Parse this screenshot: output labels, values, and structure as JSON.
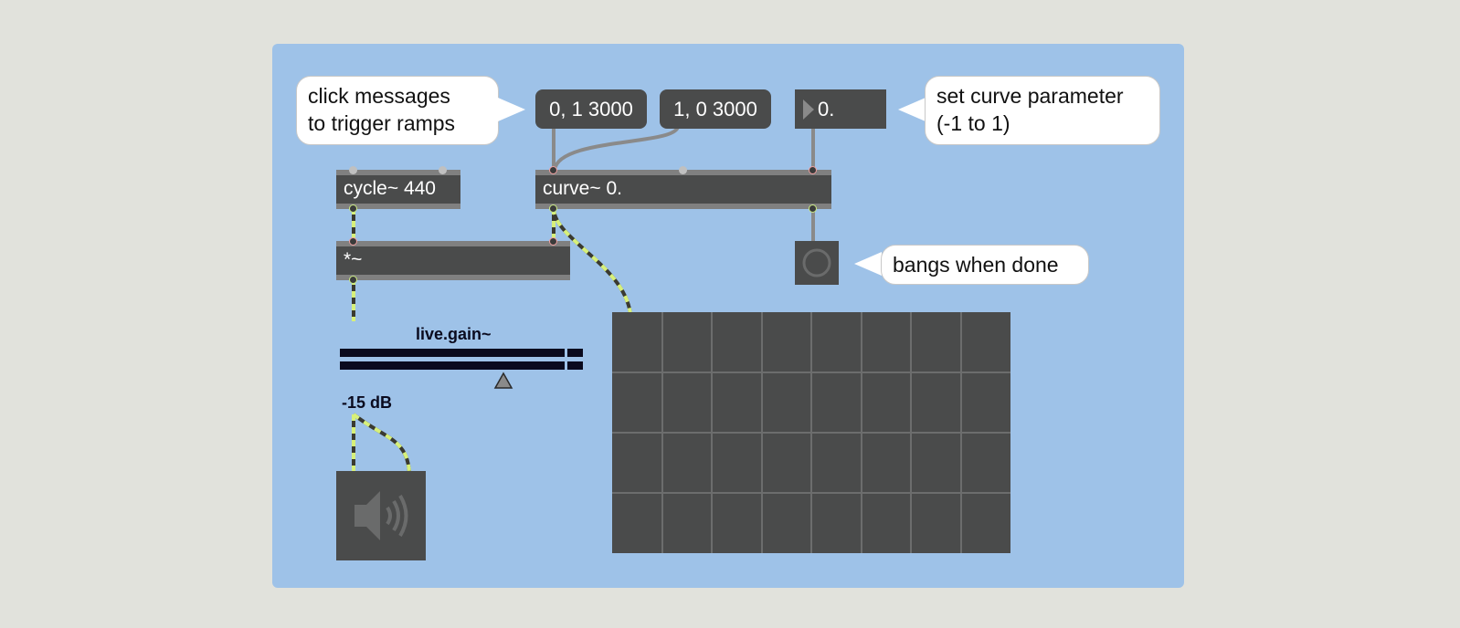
{
  "patcher": {
    "background": "#9ec2e8",
    "cord_color_signal": "#d7f07a",
    "cord_color_control": "#8a8a8a"
  },
  "messages": [
    {
      "label": "0, 1 3000"
    },
    {
      "label": "1, 0 3000"
    }
  ],
  "objects": {
    "cycle": "cycle~ 440",
    "curve": "curve~ 0.",
    "multiply": "*~"
  },
  "number_box": {
    "value": "0."
  },
  "comments": {
    "click_messages": "click messages\nto trigger ramps",
    "set_curve": "set curve parameter\n(-1 to 1)",
    "bangs_when_done": "bangs when done"
  },
  "live_gain": {
    "title": "live.gain~",
    "value_label": "-15 dB",
    "level": 0.72
  },
  "icons": {
    "dac": "speaker-icon",
    "bang": "bang-circle-icon",
    "triangle": "number-triangle-icon"
  }
}
